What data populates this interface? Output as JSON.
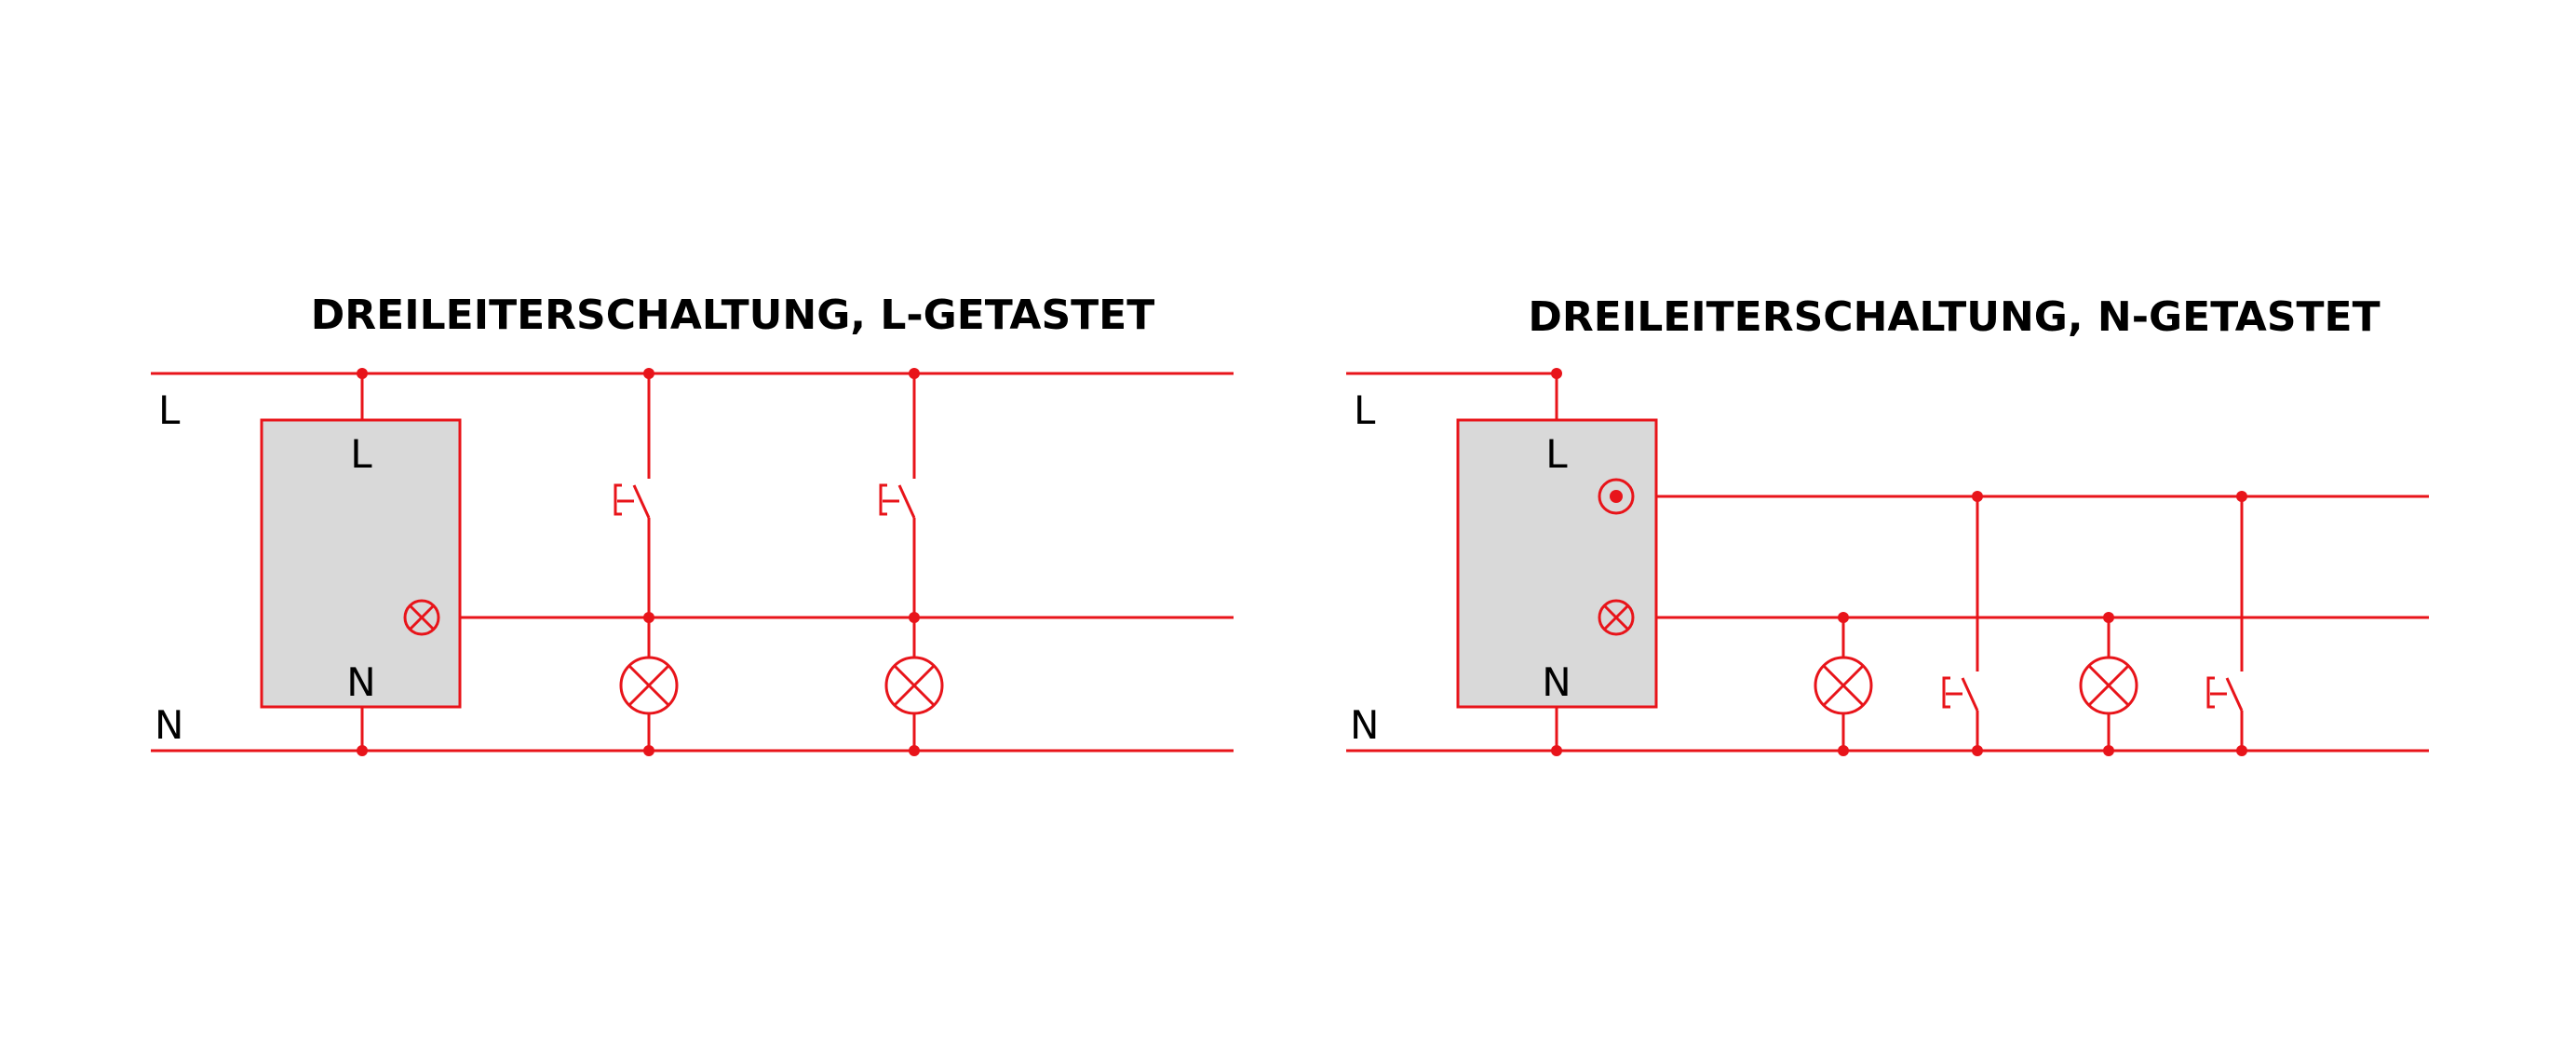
{
  "colors": {
    "wire": "#e8141a",
    "box_fill": "#d9d9d9",
    "background": "#ffffff",
    "text": "#000000"
  },
  "diagrams": [
    {
      "title": "DREILEITERSCHALTUNG, L-GETASTET",
      "rail_top_label": "L",
      "rail_bottom_label": "N",
      "device_top_terminal": "L",
      "device_bottom_terminal": "N",
      "components": [
        "relay-device",
        "pushbutton-1",
        "pushbutton-2",
        "lamp-1",
        "lamp-2"
      ]
    },
    {
      "title": "DREILEITERSCHALTUNG, N-GETASTET",
      "rail_top_label": "L",
      "rail_bottom_label": "N",
      "device_top_terminal": "L",
      "device_bottom_terminal": "N",
      "components": [
        "relay-device",
        "lamp-1",
        "pushbutton-1",
        "lamp-2",
        "pushbutton-2"
      ]
    }
  ]
}
